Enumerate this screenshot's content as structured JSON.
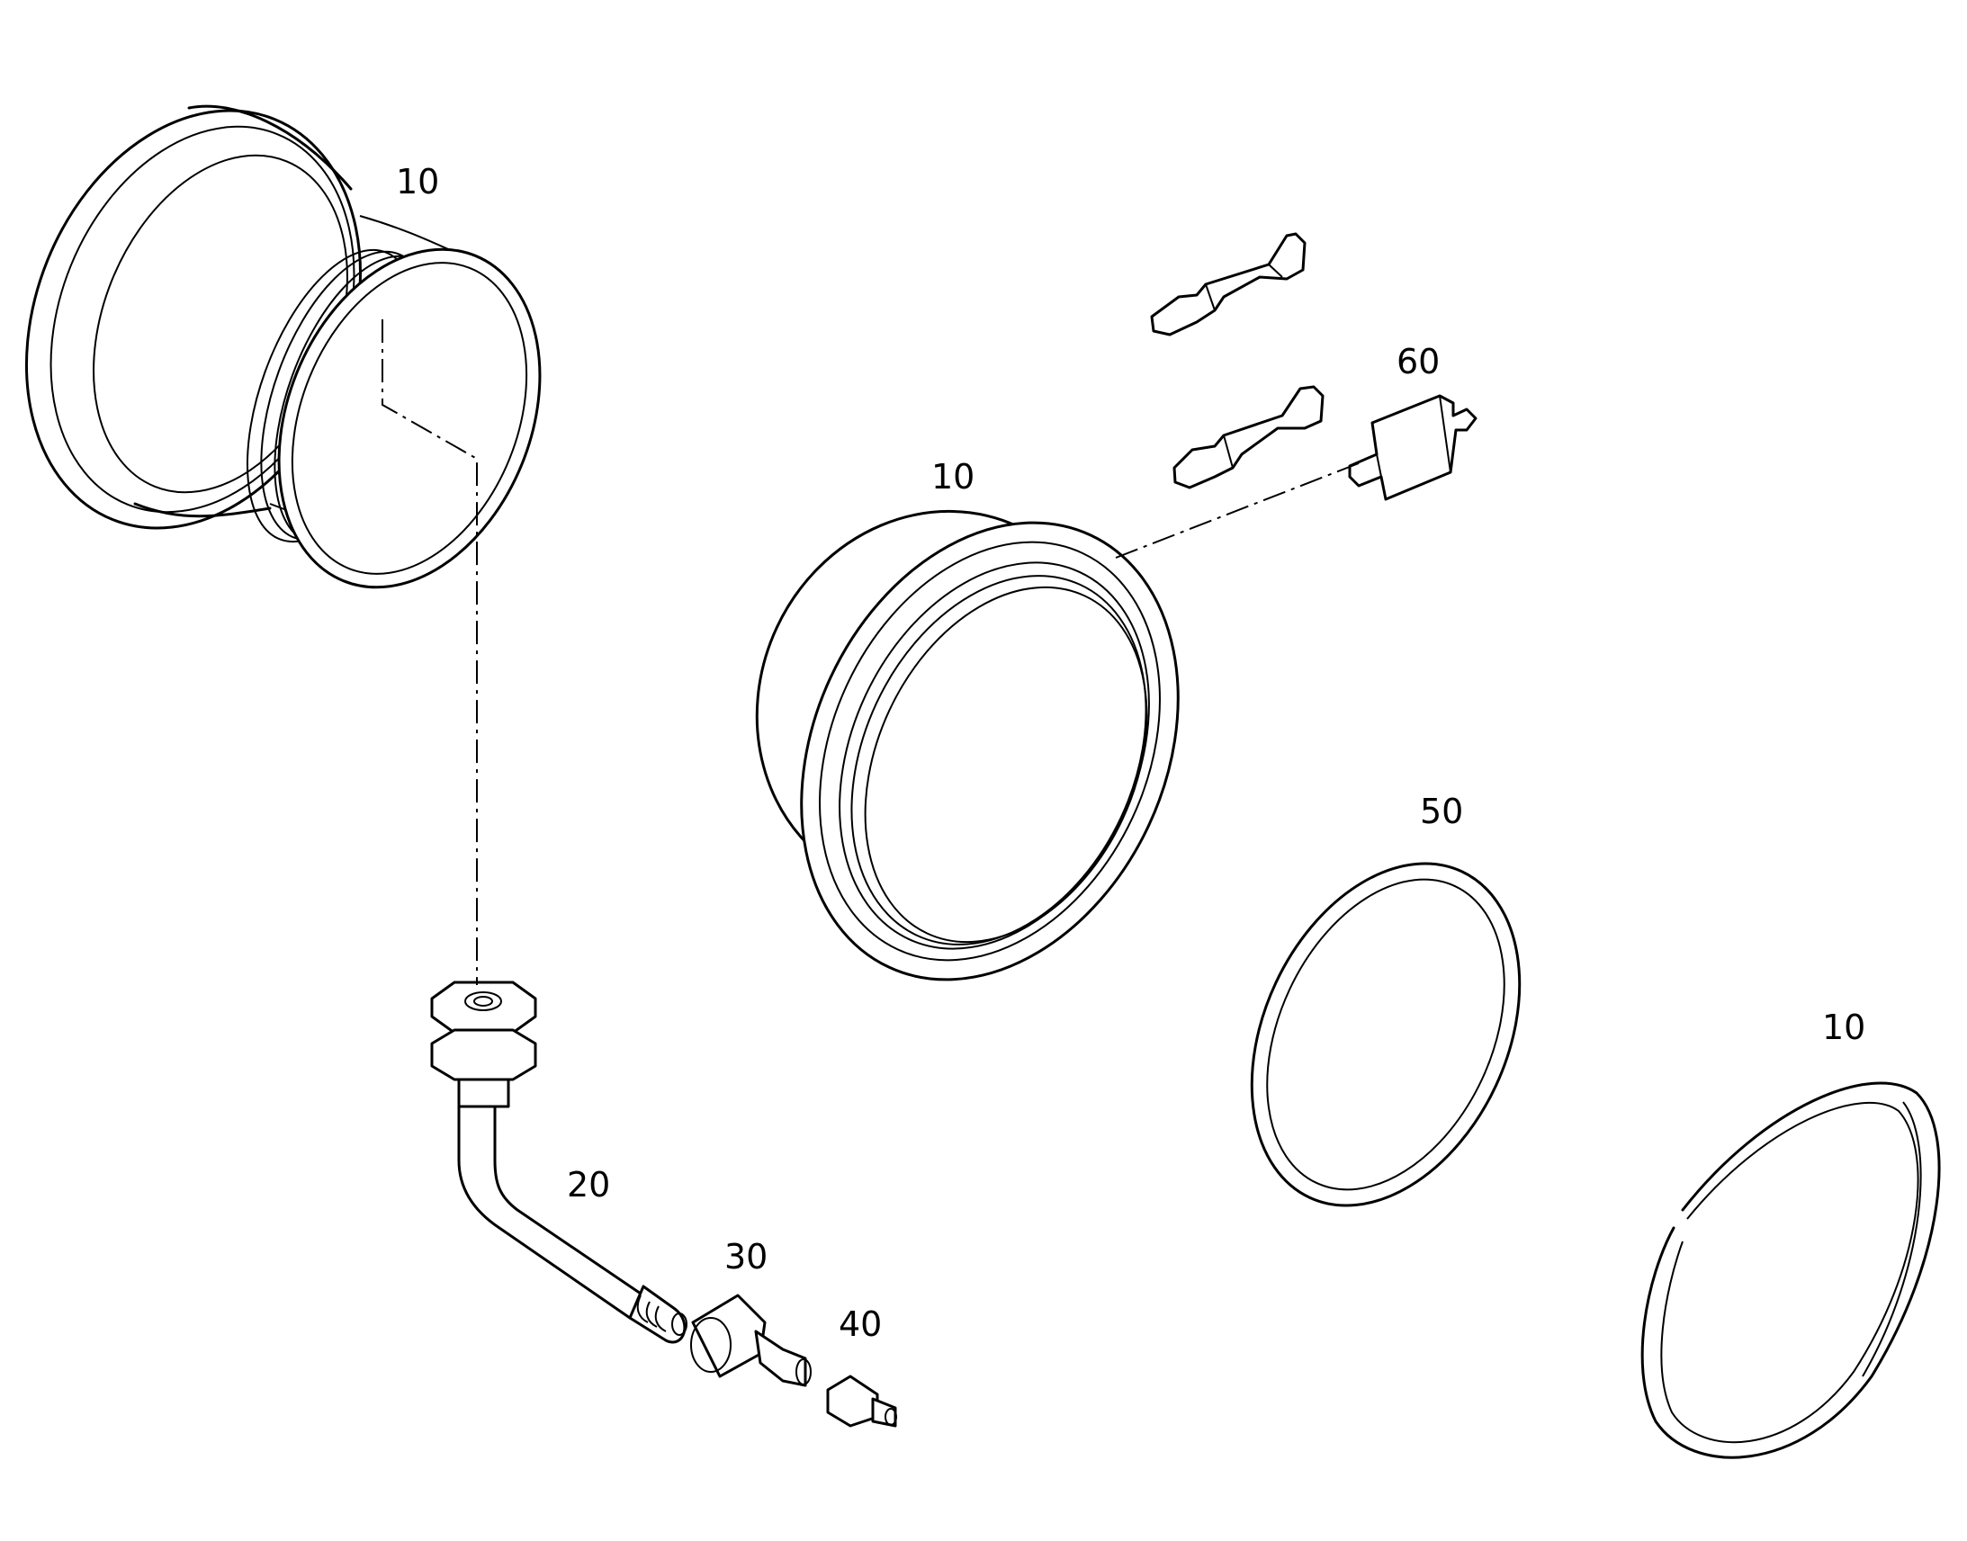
{
  "callouts": {
    "rim_main": "10",
    "flange_ring": "10",
    "lock_ring": "10",
    "valve_stem": "20",
    "valve_adapter": "30",
    "valve_core": "40",
    "o_ring": "50",
    "driver_key": "60"
  }
}
